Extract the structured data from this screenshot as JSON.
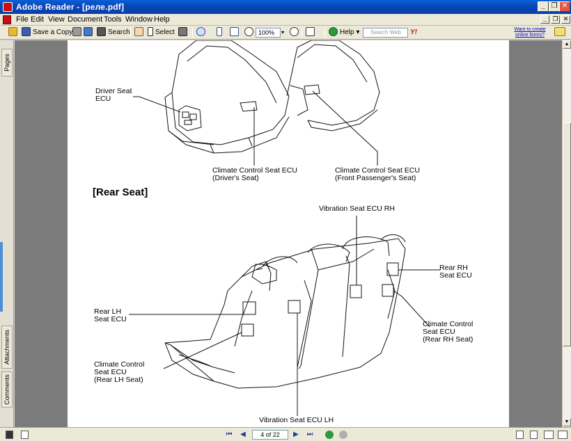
{
  "window": {
    "title": "Adobe Reader - [реле.pdf]"
  },
  "window_controls": {
    "minimize": "_",
    "restore": "❐",
    "close": "✕"
  },
  "menu": [
    "File",
    "Edit",
    "View",
    "Document",
    "Tools",
    "Window",
    "Help"
  ],
  "toolbar": {
    "save_copy": "Save a Copy",
    "search": "Search",
    "select": "Select",
    "zoom": "100%",
    "help": "Help",
    "search_web_placeholder": "Search Web",
    "promo": "Want to create online forms?"
  },
  "side_tabs": {
    "pages": "Pages",
    "attachments": "Attachments",
    "comments": "Comments"
  },
  "document": {
    "rear_heading": "[Rear Seat]",
    "labels": {
      "driver_seat_ecu": [
        "Driver Seat",
        "ECU"
      ],
      "cc_driver": [
        "Climate Control Seat ECU",
        "(Driver's Seat)"
      ],
      "cc_front_passenger": [
        "Climate Control Seat ECU",
        "(Front Passenger's Seat)"
      ],
      "vibration_rh": "Vibration Seat ECU RH",
      "rear_rh": [
        "Rear RH",
        "Seat ECU"
      ],
      "rear_lh": [
        "Rear LH",
        "Seat ECU"
      ],
      "cc_rear_rh": [
        "Climate Control",
        "Seat ECU",
        "(Rear RH Seat)"
      ],
      "cc_rear_lh": [
        "Climate Control",
        "Seat ECU",
        "(Rear LH Seat)"
      ],
      "vibration_lh": "Vibration Seat ECU LH"
    }
  },
  "status": {
    "page_indicator": "4 of 22"
  },
  "icons": {
    "first_page": "⏮",
    "prev_page": "◀",
    "next_page": "▶",
    "last_page": "⏭",
    "back": "●",
    "forward": "●"
  },
  "colors": {
    "titlebar": "#0846b8",
    "chrome": "#ece9d8",
    "doc_bg": "#7b7b7b"
  }
}
